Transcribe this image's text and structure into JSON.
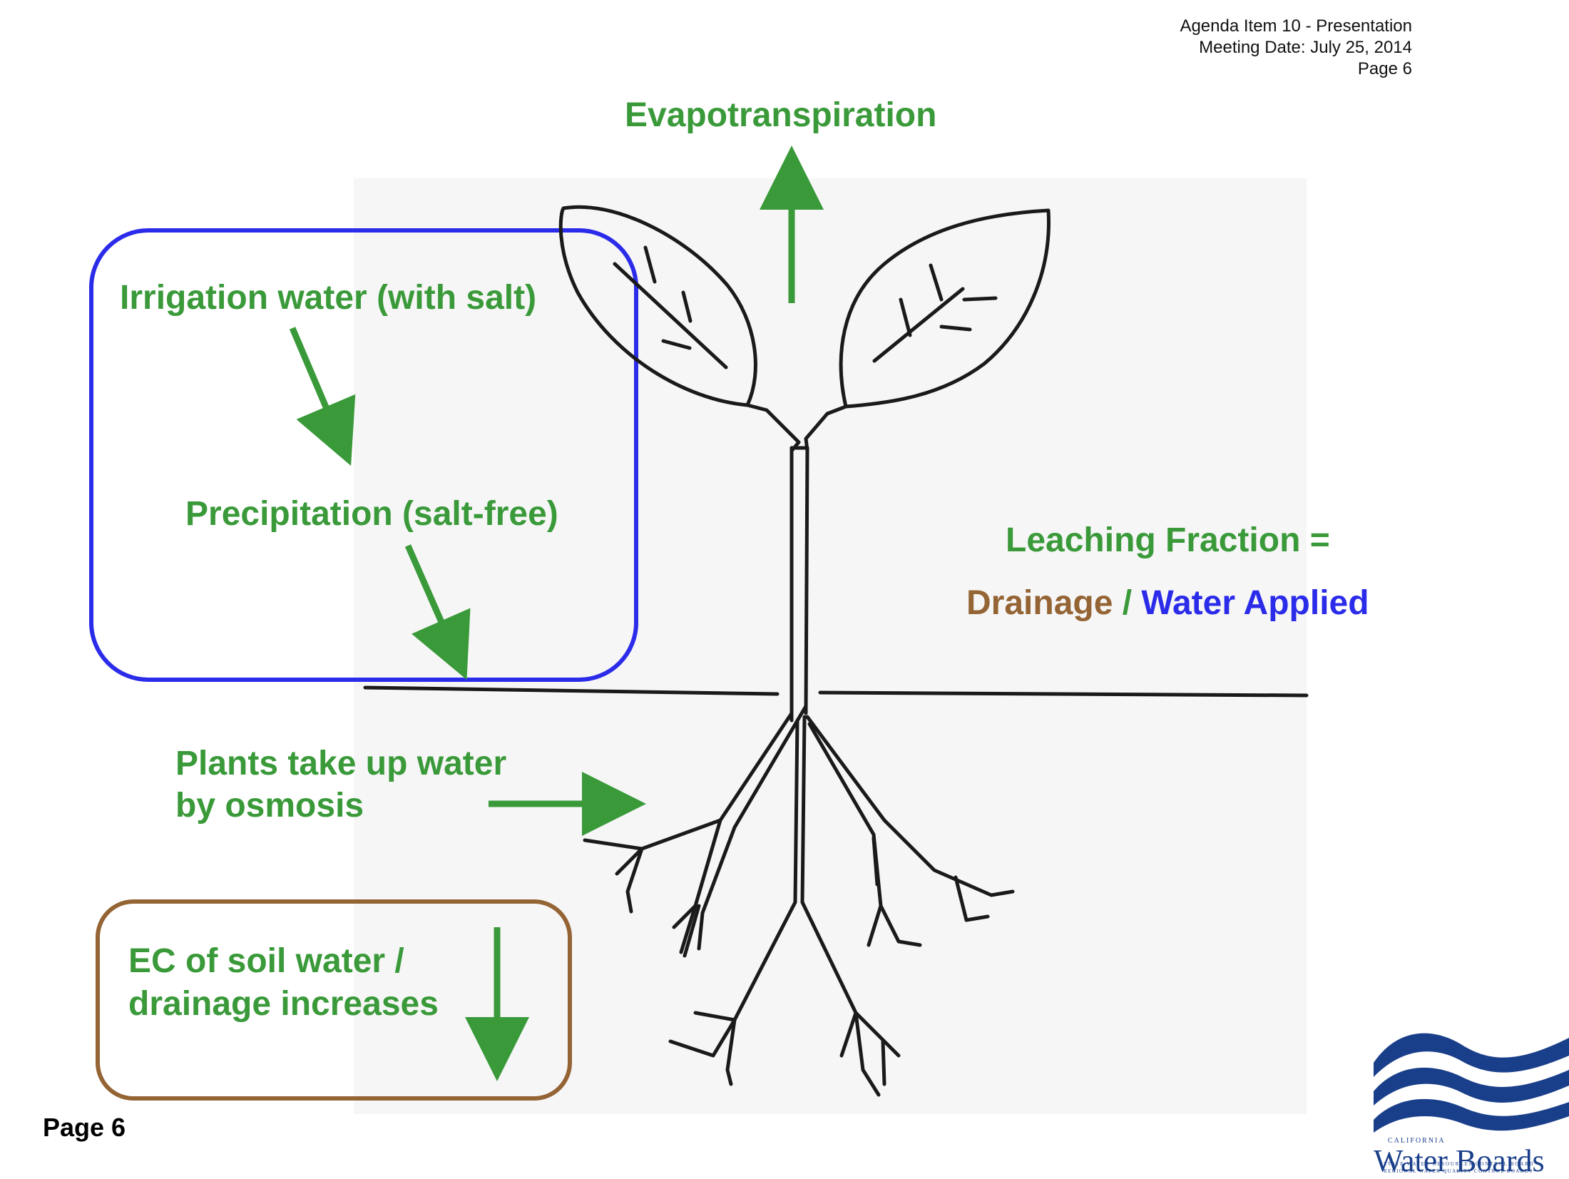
{
  "header": {
    "line1": "Agenda Item 10 - Presentation",
    "line2": "Meeting Date:  July 25, 2014",
    "line3": "Page 6"
  },
  "labels": {
    "evapotranspiration": "Evapotranspiration",
    "irrigation": "Irrigation water (with salt)",
    "precipitation": "Precipitation (salt-free)",
    "osmosis_line1": "Plants take up water",
    "osmosis_line2": "by osmosis",
    "ec_line1": "EC of soil water /",
    "ec_line2": "drainage increases"
  },
  "formula": {
    "title": "Leaching Fraction =",
    "numerator": "Drainage",
    "slash": " / ",
    "denominator": "Water Applied"
  },
  "footer": {
    "page": "Page 6"
  },
  "logo": {
    "state": "CALIFORNIA",
    "name": "Water Boards",
    "line1": "STATE WATER RESOURCES CONTROL BOARD",
    "line2": "REGIONAL WATER QUALITY CONTROL BOARDS"
  },
  "colors": {
    "green": "#3a9a3a",
    "blue": "#2b2bea",
    "brown": "#946434",
    "logo_blue": "#1a3f8a"
  }
}
